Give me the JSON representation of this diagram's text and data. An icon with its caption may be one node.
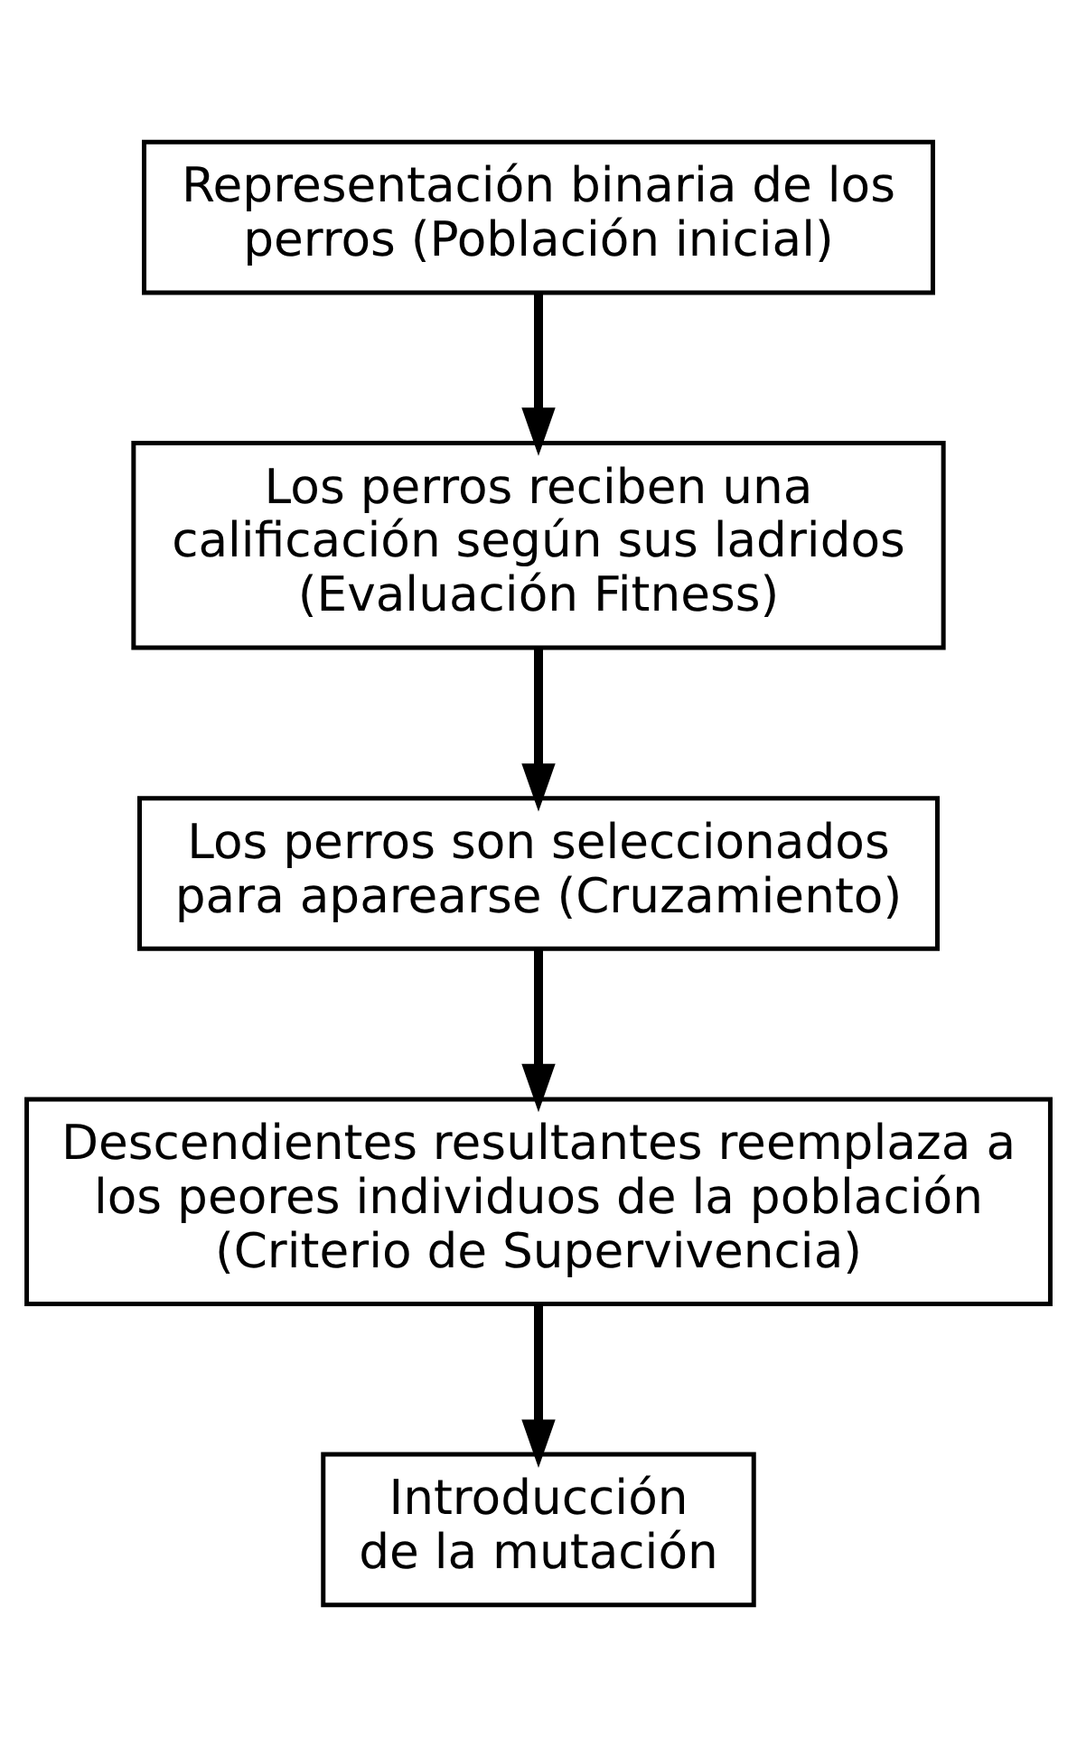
{
  "diagram": {
    "nodes": [
      {
        "text": [
          "Representación binaria de los perros (Población inicial)"
        ]
      },
      {
        "text": [
          "Los perros reciben una calificación según sus ladridos (Evaluación Fitness)"
        ]
      },
      {
        "text": [
          "Los perros son seleccionados para aparearse (Cruzamiento)"
        ]
      },
      {
        "text": [
          "Descendientes resultantes reemplaza a los peores individuos de la población (Criterio de Supervivencia)"
        ]
      },
      {
        "text": [
          "Introducción de la mutación"
        ]
      }
    ],
    "edges": [
      {
        "from": 0,
        "to": 1,
        "arrow": "to"
      },
      {
        "from": 1,
        "to": 2,
        "arrow": "to"
      },
      {
        "from": 2,
        "to": 3,
        "arrow": "to"
      },
      {
        "from": 3,
        "to": 4,
        "arrow": "to"
      }
    ]
  }
}
